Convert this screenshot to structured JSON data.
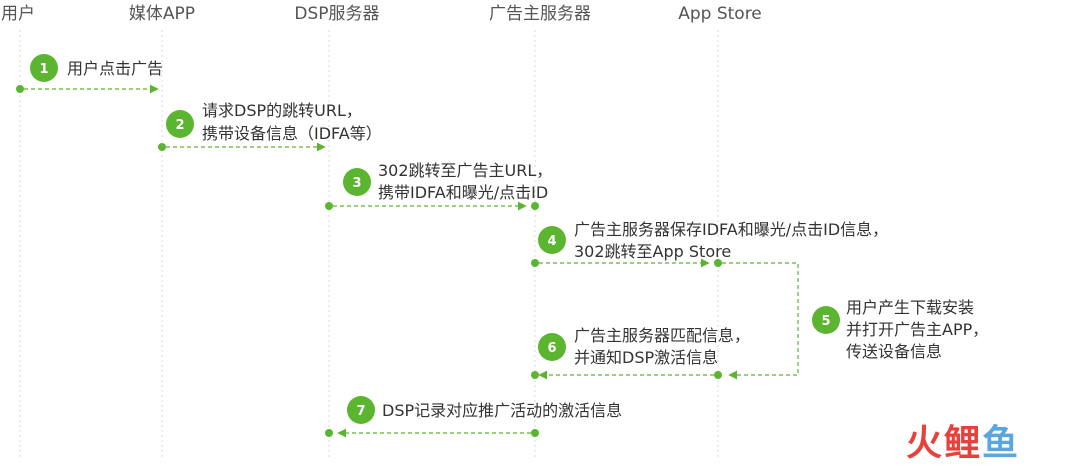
{
  "actors": [
    "用户",
    "媒体APP",
    "DSP服务器",
    "广告主服务器",
    "App Store"
  ],
  "steps": [
    {
      "num": "1",
      "lines": [
        "用户点击广告"
      ]
    },
    {
      "num": "2",
      "lines": [
        "请求DSP的跳转URL，",
        "携带设备信息（IDFA等）"
      ]
    },
    {
      "num": "3",
      "lines": [
        "302跳转至广告主URL，",
        "携带IDFA和曝光/点击ID"
      ]
    },
    {
      "num": "4",
      "lines": [
        "广告主服务器保存IDFA和曝光/点击ID信息，",
        "302跳转至App Store"
      ]
    },
    {
      "num": "5",
      "lines": [
        "用户产生下载安装",
        "并打开广告主APP，",
        "传送设备信息"
      ]
    },
    {
      "num": "6",
      "lines": [
        "广告主服务器匹配信息，",
        "并通知DSP激活信息"
      ]
    },
    {
      "num": "7",
      "lines": [
        "DSP记录对应推广活动的激活信息"
      ]
    }
  ],
  "watermark": {
    "text": "火鲤鱼",
    "colors": [
      "#e8413c",
      "#e8413c",
      "#5aa7e0"
    ]
  },
  "colors": {
    "accent": "#5cb531",
    "lane": "#d9d9d9",
    "text": "#333333"
  }
}
